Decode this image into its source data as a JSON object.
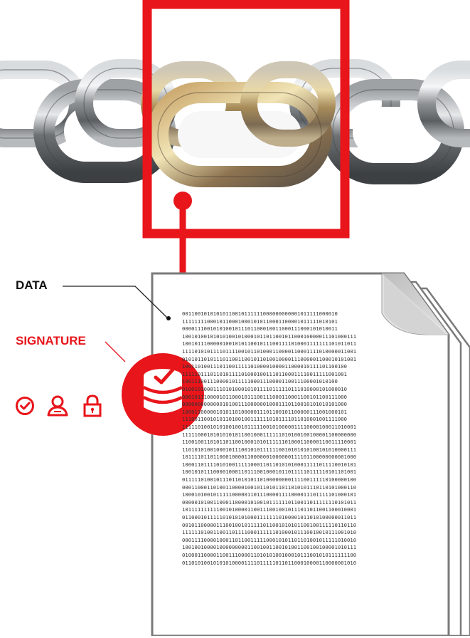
{
  "labels": {
    "data": "DATA",
    "signature": "SIGNATURE"
  },
  "colors": {
    "accent": "#e8151b",
    "chain_steel": "#8a8d90",
    "highlight_link": "#b8a070",
    "document_border": "#7a7a7a",
    "dogear": "#d5d5d5"
  },
  "icons": [
    "clock-check-icon",
    "user-icon",
    "padlock-icon",
    "database-check-icon"
  ],
  "binary_lines": [
    "00110010101010110010111111000000000001011111000010",
    "11111111000101100010001010110001100001011111010101",
    "00001110010101001011101100010011000111000101010011",
    "10010100101010100101000101101100101100010000011101000111",
    "10010111000001001010110010111001111010001111111101011011",
    "11110101011110111100101101000110000110001111010000011001",
    "01010110101110110011001011010010000111000001100010101001",
    "10011010011101100111110100001000011000010111101100100",
    "11111011101101011110100010011101100011110011111001001",
    "10011100111000010111110001110000110011100001010100",
    "01001010001110101000101011110111110111010000101000010",
    "00010111000010110001011100111000110001100101100111000",
    "00000000000001010011100000010001110110010101010101000",
    "10001100000101011010000011101100101100000111001000101",
    "11100110010101101001001111110101111011010001001111000",
    "11111010010101001001011111001010000011110000100011010001",
    "11111000101010101011001000111111010100100100001100000000",
    "11001001101011011001000101011111101000110000110011110001",
    "11010101001000101110010101111110010101010100101010000111",
    "10111101101100010000110000001000000111101100000000001000",
    "10001101111010100111110001101101010100011111011110010101",
    "10010101110000100011011100100010110111110111110101101001",
    "01111101001011101101010110100000000111100111110100000100",
    "00011000110100110000100101101011011010101110110101000110",
    "10001010010111110000011011100001111000011101111101000101",
    "00000101001100011000010100101111110110011011111110101011",
    "10111111111100101000011001110010010111011011001100010001",
    "01100010111110101010100011111110100001011010100000011011",
    "00101100000111001001011111011001010101100100111110110110",
    "11111101001100110111100011111101000101110010010111001010",
    "00011110000100011011001111100010101101101001011111010010",
    "10010010000100000000011001001100101001100100100001010111",
    "01000110000110011100001101010100100010111001010111111100",
    "01101010010101010000111101111101101100010000110000001010"
  ]
}
